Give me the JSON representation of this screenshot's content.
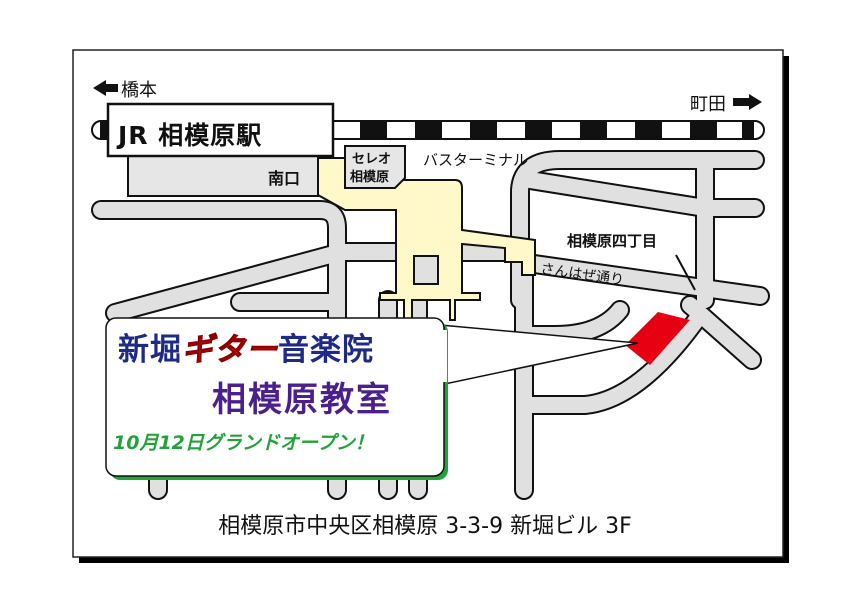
{
  "map": {
    "direction_left": {
      "arrow": "left-arrow",
      "label": "橋本"
    },
    "direction_right": {
      "arrow": "right-arrow",
      "label": "町田"
    },
    "station": {
      "name": "JR 相模原駅"
    },
    "labels": {
      "south_exit": "南口",
      "bus_terminal": "バスターミナル",
      "sereo_line1": "セレオ",
      "sereo_line2": "相模原",
      "intersection": "相模原四丁目",
      "street": "さんはぜ通り"
    },
    "callout": {
      "name_part1": "新堀",
      "name_part2": "ギター",
      "name_part3": "音楽院",
      "branch": "相模原教室",
      "opening": "10月12日グランドオープン！"
    },
    "address": "相模原市中央区相模原 3-3-9  新堀ビル 3F",
    "colors": {
      "road": "#e0e0e0",
      "station_area": "#fff8c8",
      "building_gray": "#e6e6e6",
      "destination": "#e60012",
      "school_blue": "#1d2a86",
      "school_purple": "#4b1f8c",
      "opening_green": "#22a33a"
    }
  }
}
